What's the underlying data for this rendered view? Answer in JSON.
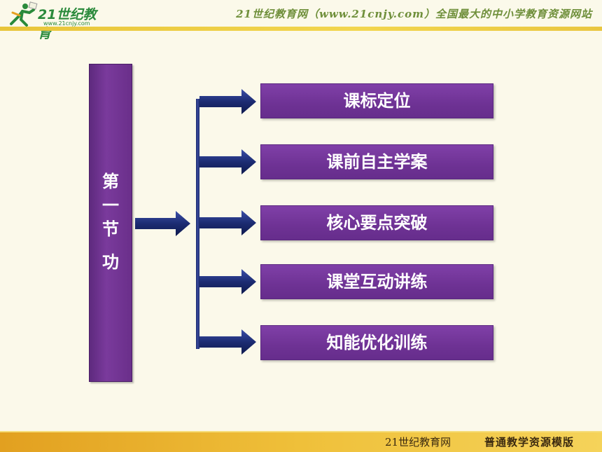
{
  "header": {
    "logo_text": "21世纪教育",
    "logo_url": "www.21cnjy.com",
    "slogan": "21世纪教育网（www.21cnjy.com）全国最大的中小学教育资源网站"
  },
  "section": {
    "title": "第一节",
    "name": "功"
  },
  "menu": {
    "items": [
      {
        "label": "课标定位"
      },
      {
        "label": "课前自主学案"
      },
      {
        "label": "核心要点突破"
      },
      {
        "label": "课堂互动讲练"
      },
      {
        "label": "知能优化训练"
      }
    ]
  },
  "footer": {
    "brand": "21世纪教育网",
    "subtitle": "普通教学资源模版"
  },
  "colors": {
    "purple": "#6E3294",
    "arrow_navy": "#1F2F78",
    "header_bar": "#E8C53A",
    "footer_bar": "#EFC03A",
    "background": "#FBF9EA"
  }
}
